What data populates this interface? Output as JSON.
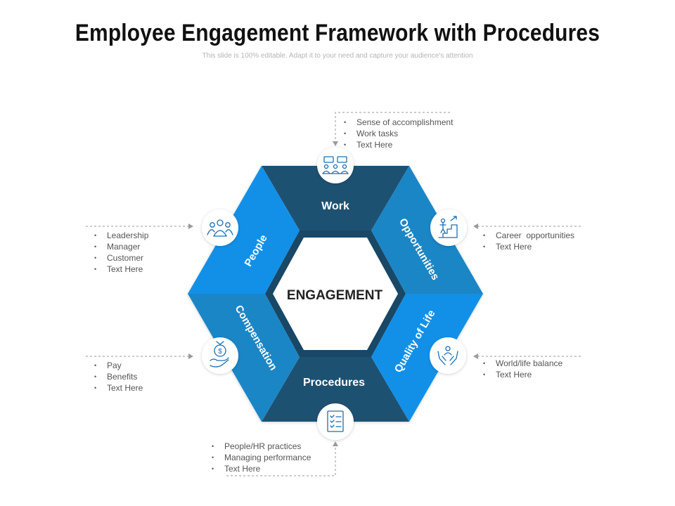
{
  "slide": {
    "title": "Employee Engagement Framework with Procedures",
    "subtitle": "This slide is 100% editable. Adapt it to your need and capture your audience's attention"
  },
  "center": {
    "label": "ENGAGEMENT"
  },
  "segments": {
    "work": "Work",
    "opportunities": "Opportunities",
    "quality_of_life": "Quality of Life",
    "procedures": "Procedures",
    "compensation": "Compensation",
    "people": "People"
  },
  "notes": {
    "work": [
      "Sense of accomplishment",
      "Work tasks",
      "Text Here"
    ],
    "people": [
      "Leadership",
      "Manager",
      "Customer",
      "Text Here"
    ],
    "opportunities": [
      "Career  opportunities",
      "Text Here"
    ],
    "compensation": [
      "Pay",
      "Benefits",
      "Text Here"
    ],
    "quality_of_life": [
      "World/life balance",
      "Text Here"
    ],
    "procedures": [
      "People/HR practices",
      "Managing performance",
      "Text Here"
    ]
  },
  "icons": {
    "work": "team-meeting-icon",
    "opportunities": "career-stairs-icon",
    "quality_of_life": "hands-care-icon",
    "procedures": "checklist-icon",
    "compensation": "money-hand-icon",
    "people": "people-group-icon"
  },
  "colors": {
    "dark_navy": "#1d5172",
    "mid_blue": "#1b86c6",
    "bright_blue": "#1290e8",
    "icon_stroke": "#1a6fb3",
    "text_dark": "#222222"
  }
}
